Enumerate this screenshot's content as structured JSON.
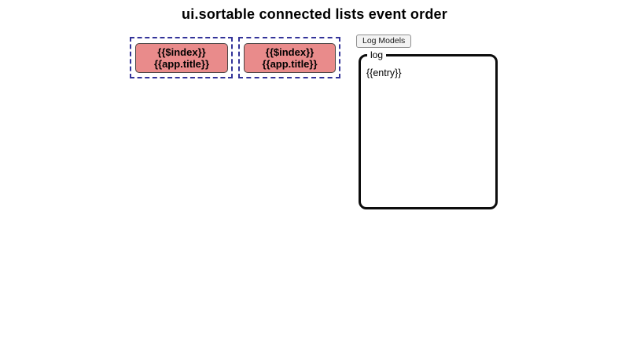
{
  "page": {
    "title": "ui.sortable connected lists event order"
  },
  "lists": [
    {
      "name": "connected-list-1",
      "items": [
        {
          "line1": "{{$index}}",
          "line2": "{{app.title}}"
        }
      ]
    },
    {
      "name": "connected-list-2",
      "items": [
        {
          "line1": "{{$index}}",
          "line2": "{{app.title}}"
        }
      ]
    }
  ],
  "log_panel": {
    "button_label": "Log Models",
    "legend": "log",
    "entries": [
      "{{entry}}"
    ]
  },
  "colors": {
    "item_bg": "#e98b8b",
    "item_border": "#4a4444",
    "list_dashed_border": "#333399",
    "fieldset_border": "#0d0d0d"
  }
}
